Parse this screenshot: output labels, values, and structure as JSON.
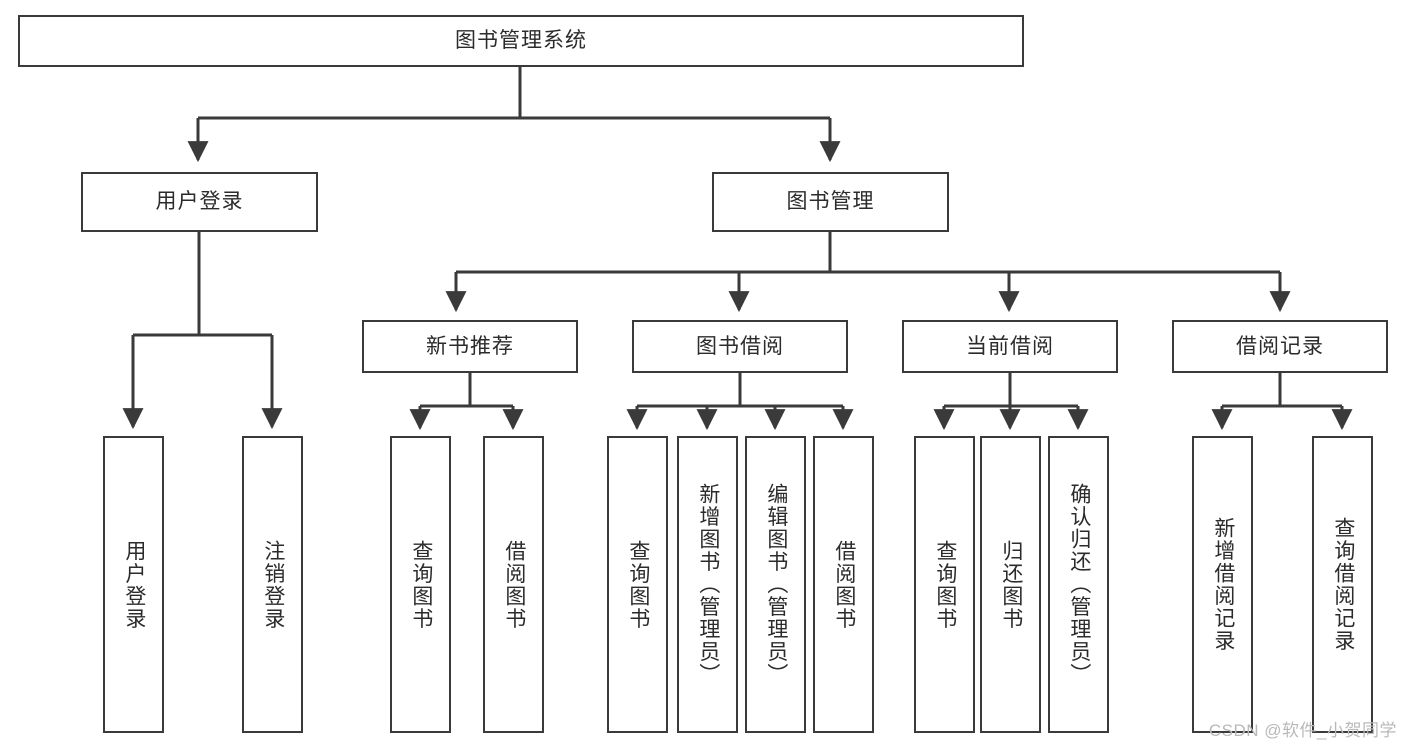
{
  "diagram": {
    "title": "图书管理系统",
    "watermark": "CSDN @软件_小贺同学",
    "colors": {
      "stroke": "#3a3a3a",
      "fill": "#ffffff",
      "text": "#2b2b2b",
      "watermark": "#b9b9b9"
    },
    "root": {
      "label": "图书管理系统"
    },
    "level1": [
      {
        "label": "用户登录"
      },
      {
        "label": "图书管理"
      }
    ],
    "level2": [
      {
        "label": "新书推荐"
      },
      {
        "label": "图书借阅"
      },
      {
        "label": "当前借阅"
      },
      {
        "label": "借阅记录"
      }
    ],
    "leaves": {
      "user_login": [
        {
          "label": "用户登录"
        },
        {
          "label": "注销登录"
        }
      ],
      "new_book_recommend": [
        {
          "label": "查询图书"
        },
        {
          "label": "借阅图书"
        }
      ],
      "book_borrow": [
        {
          "label": "查询图书"
        },
        {
          "label": "新增图书（管理员）"
        },
        {
          "label": "编辑图书（管理员）"
        },
        {
          "label": "借阅图书"
        }
      ],
      "current_borrow": [
        {
          "label": "查询图书"
        },
        {
          "label": "归还图书"
        },
        {
          "label": "确认归还（管理员）"
        }
      ],
      "borrow_record": [
        {
          "label": "新增借阅记录"
        },
        {
          "label": "查询借阅记录"
        }
      ]
    }
  }
}
